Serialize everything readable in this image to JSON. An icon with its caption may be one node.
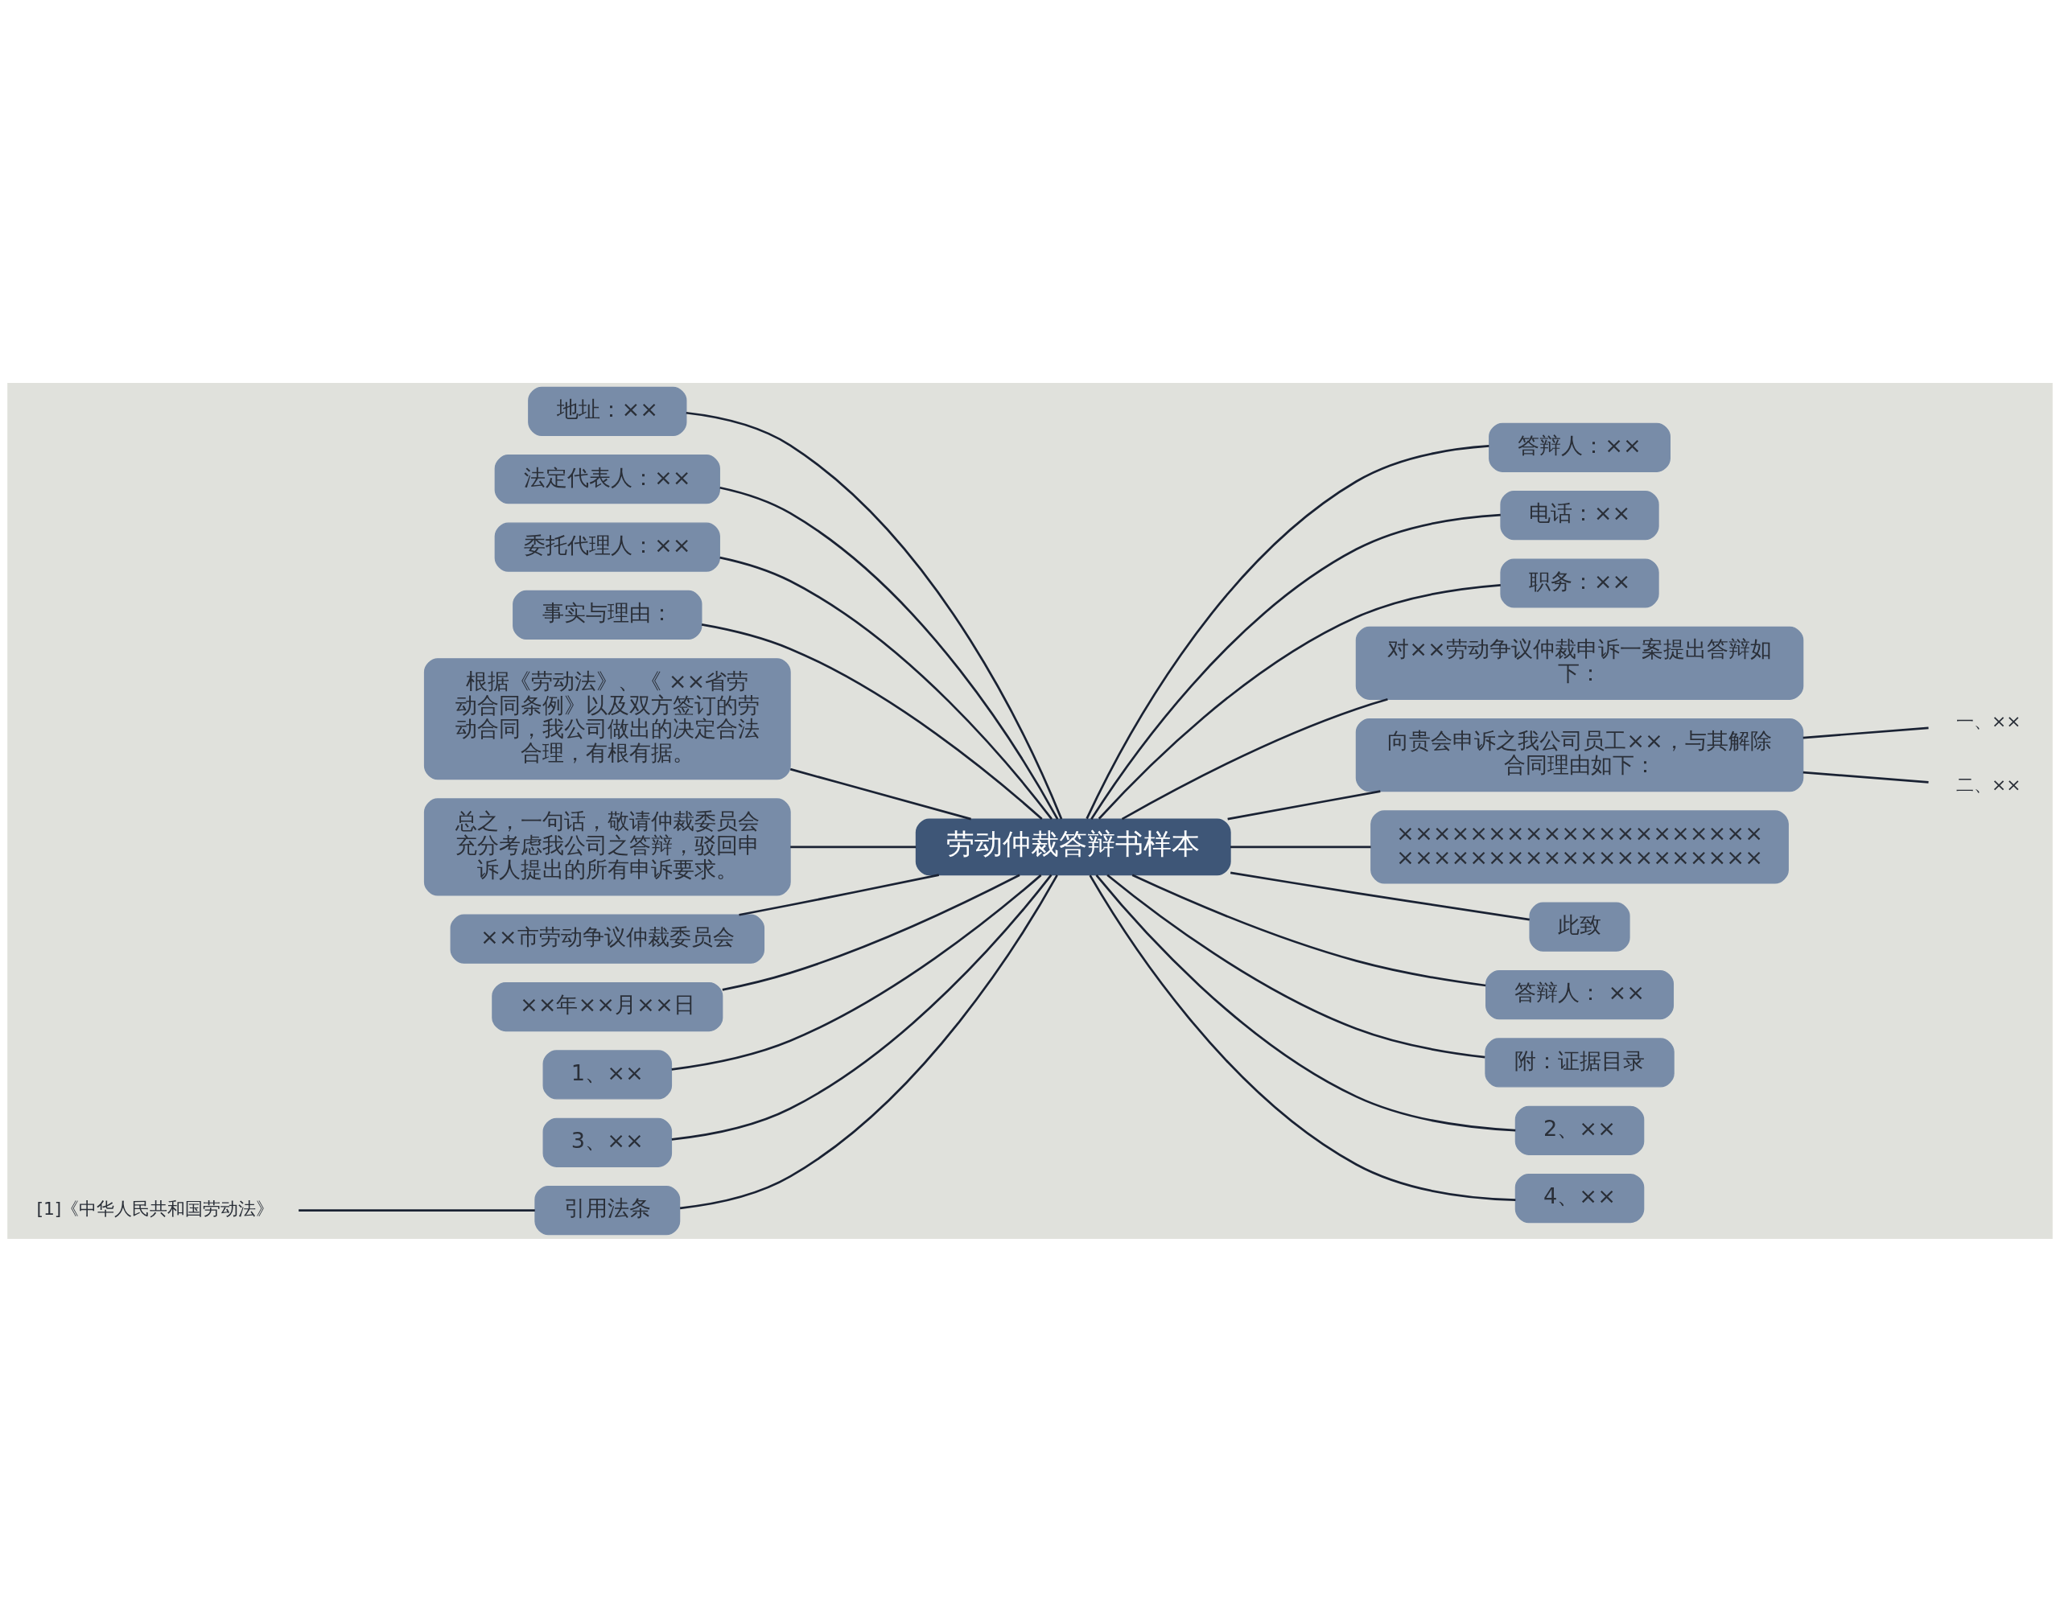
{
  "diagram": {
    "nodes": [
      {
        "text": [
          "劳动仲裁答辩书样本"
        ]
      },
      {
        "text": [
          "地址：××"
        ]
      },
      {
        "text": [
          "法定代表人：××"
        ]
      },
      {
        "text": [
          "委托代理人：××"
        ]
      },
      {
        "text": [
          "事实与理由："
        ]
      },
      {
        "text": [
          "根据《劳动法》、《 ××省劳动合同条例》以及双方签订的劳动合同，我公司做出的决定合法合理，有根有据。"
        ]
      },
      {
        "text": [
          "总之，一句话，敬请仲裁委员会充分考虑我公司之答辩，驳回申诉人提出的所有申诉要求。"
        ]
      },
      {
        "text": [
          "××市劳动争议仲裁委员会"
        ]
      },
      {
        "text": [
          "××年××月××日"
        ]
      },
      {
        "text": [
          "1、××"
        ]
      },
      {
        "text": [
          "3、××"
        ]
      },
      {
        "text": [
          "引用法条"
        ]
      },
      {
        "text": [
          "[1]《中华人民共和国劳动法》"
        ]
      },
      {
        "text": [
          "答辩人：××"
        ]
      },
      {
        "text": [
          "电话：××"
        ]
      },
      {
        "text": [
          "职务：××"
        ]
      },
      {
        "text": [
          "对××劳动争议仲裁申诉一案提出答辩如下："
        ]
      },
      {
        "text": [
          "向贵会申诉之我公司员工××，与其解除合同理由如下："
        ]
      },
      {
        "text": [
          "一、××"
        ]
      },
      {
        "text": [
          "二、××"
        ]
      },
      {
        "text": [
          "××××××××××××××××××××××××××××××××××××××××"
        ]
      },
      {
        "text": [
          "此致"
        ]
      },
      {
        "text": [
          "答辩人： ××"
        ]
      },
      {
        "text": [
          "附：证据目录"
        ]
      },
      {
        "text": [
          "2、××"
        ]
      },
      {
        "text": [
          "4、××"
        ]
      }
    ],
    "edges": [
      {
        "from": 0,
        "to": 1,
        "arrow": "none"
      },
      {
        "from": 0,
        "to": 2,
        "arrow": "none"
      },
      {
        "from": 0,
        "to": 3,
        "arrow": "none"
      },
      {
        "from": 0,
        "to": 4,
        "arrow": "none"
      },
      {
        "from": 0,
        "to": 5,
        "arrow": "none"
      },
      {
        "from": 0,
        "to": 6,
        "arrow": "none"
      },
      {
        "from": 0,
        "to": 7,
        "arrow": "none"
      },
      {
        "from": 0,
        "to": 8,
        "arrow": "none"
      },
      {
        "from": 0,
        "to": 9,
        "arrow": "none"
      },
      {
        "from": 0,
        "to": 10,
        "arrow": "none"
      },
      {
        "from": 0,
        "to": 11,
        "arrow": "none"
      },
      {
        "from": 11,
        "to": 12,
        "arrow": "none"
      },
      {
        "from": 0,
        "to": 13,
        "arrow": "none"
      },
      {
        "from": 0,
        "to": 14,
        "arrow": "none"
      },
      {
        "from": 0,
        "to": 15,
        "arrow": "none"
      },
      {
        "from": 0,
        "to": 16,
        "arrow": "none"
      },
      {
        "from": 0,
        "to": 17,
        "arrow": "none"
      },
      {
        "from": 17,
        "to": 18,
        "arrow": "none"
      },
      {
        "from": 17,
        "to": 19,
        "arrow": "none"
      },
      {
        "from": 0,
        "to": 20,
        "arrow": "none"
      },
      {
        "from": 0,
        "to": 21,
        "arrow": "none"
      },
      {
        "from": 0,
        "to": 22,
        "arrow": "none"
      },
      {
        "from": 0,
        "to": 23,
        "arrow": "none"
      },
      {
        "from": 0,
        "to": 24,
        "arrow": "none"
      },
      {
        "from": 0,
        "to": 25,
        "arrow": "none"
      }
    ]
  }
}
